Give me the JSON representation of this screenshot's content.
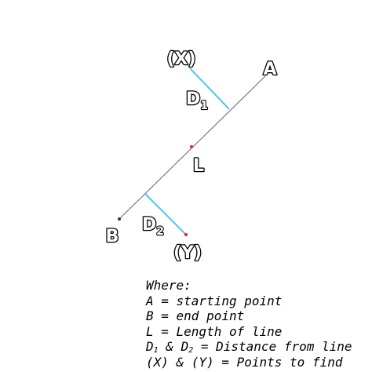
{
  "diagram": {
    "labels": {
      "point_a": "A",
      "point_b": "B",
      "length": "L",
      "point_x": "(X)",
      "point_y": "(Y)",
      "distance_1_letter": "D",
      "distance_1_sub": "1",
      "distance_2_letter": "D",
      "distance_2_sub": "2"
    },
    "colors": {
      "main_line": "#7a7a7a",
      "distance_lines": "#4fc3f7",
      "find_points": "#ff1a1a",
      "text_outline": "#000000",
      "text_fill": "#ffffff"
    }
  },
  "legend": {
    "heading": "Where:",
    "line_a": "A = starting point",
    "line_b": "B = end point",
    "line_l": "L = Length of line",
    "line_d_prefix": "D",
    "line_d_sub1": "1",
    "line_d_mid": " & D",
    "line_d_sub2": "2",
    "line_d_suffix": " = Distance from line",
    "line_xy": "(X) & (Y) = Points to find"
  }
}
